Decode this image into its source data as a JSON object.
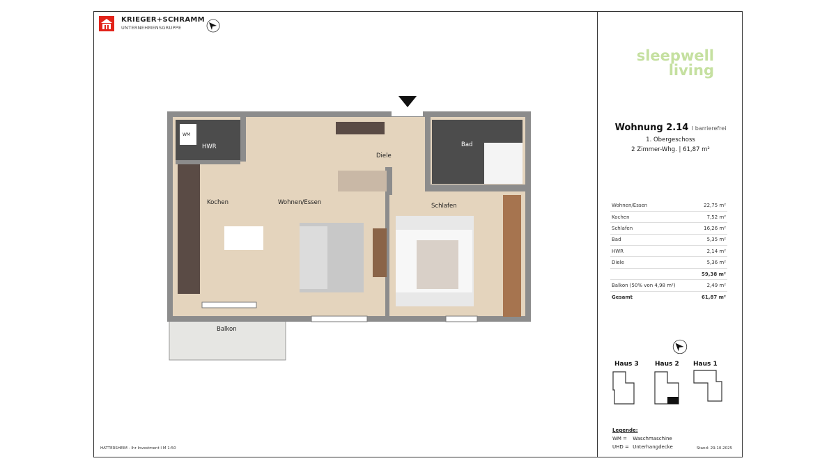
{
  "header": {
    "brand_name": "KRIEGER+SCHRAMM",
    "brand_sub": "UNTERNEHMENSGRUPPE",
    "logo_color": "#e2231a"
  },
  "footer": {
    "project": "HATTERSHEIM - Ihr Investment  I M 1:50"
  },
  "sidebar": {
    "logo_line1": "sleepwell",
    "logo_line2": "living",
    "logo_color": "#c5e0a0",
    "title": "Wohnung 2.14",
    "title_suffix": "I barrierefrei",
    "floor": "1. Obergeschoss",
    "summary": "2 Zimmer-Whg. | 61,87 m²",
    "areas": [
      {
        "room": "Wohnen/Essen",
        "area": "22,75 m²"
      },
      {
        "room": "Kochen",
        "area": "7,52 m²"
      },
      {
        "room": "Schlafen",
        "area": "16,26 m²"
      },
      {
        "room": "Bad",
        "area": "5,35 m²"
      },
      {
        "room": "HWR",
        "area": "2,14 m²"
      },
      {
        "room": "Diele",
        "area": "5,36 m²"
      }
    ],
    "subtotal": "59,38 m²",
    "balcony": {
      "room": "Balkon (50% von 4,98 m²)",
      "area": "2,49 m²"
    },
    "total": {
      "room": "Gesamt",
      "area": "61,87 m²"
    },
    "houses": [
      "Haus 3",
      "Haus 2",
      "Haus 1"
    ],
    "legend_title": "Legende:",
    "legend": [
      {
        "abbr": "WM =",
        "text": "Waschmaschine"
      },
      {
        "abbr": "UHD =",
        "text": "Unterhangdecke"
      }
    ],
    "date": "Stand: 29.10.2025"
  },
  "plan": {
    "rooms": {
      "hwr": "HWR",
      "wm": "WM",
      "kochen": "Kochen",
      "wohnen": "Wohnen/Essen",
      "diele": "Diele",
      "bad": "Bad",
      "schlafen": "Schlafen",
      "balkon": "Balkon"
    }
  }
}
